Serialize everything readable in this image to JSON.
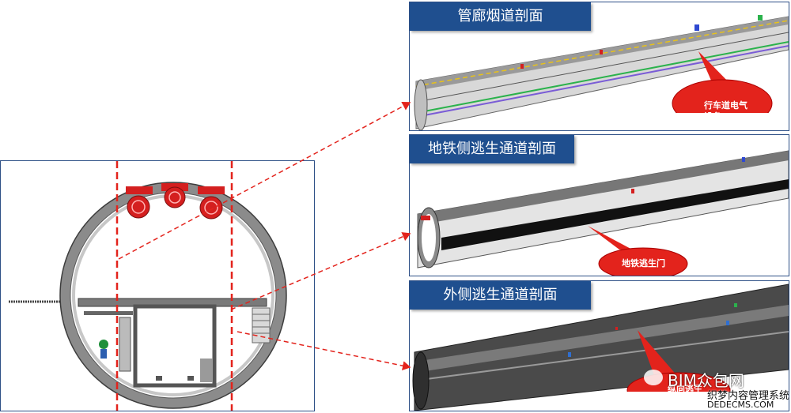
{
  "panels": [
    {
      "title": "管廊烟道剖面",
      "callout": "行车道电气\n设备"
    },
    {
      "title": "地铁侧逃生通道剖面",
      "callout": "地铁逃生门"
    },
    {
      "title": "外侧逃生通道剖面",
      "callout": "纵向逃生"
    }
  ],
  "watermark": {
    "brand": "BIM众包网",
    "line2": "织梦内容管理系统",
    "line3": "DEDECMS.COM"
  },
  "colors": {
    "title_bg": "#1f4f8f",
    "callout_red": "#e3231c",
    "dash_red": "#e3231c",
    "frame_blue": "#2d4f86"
  }
}
